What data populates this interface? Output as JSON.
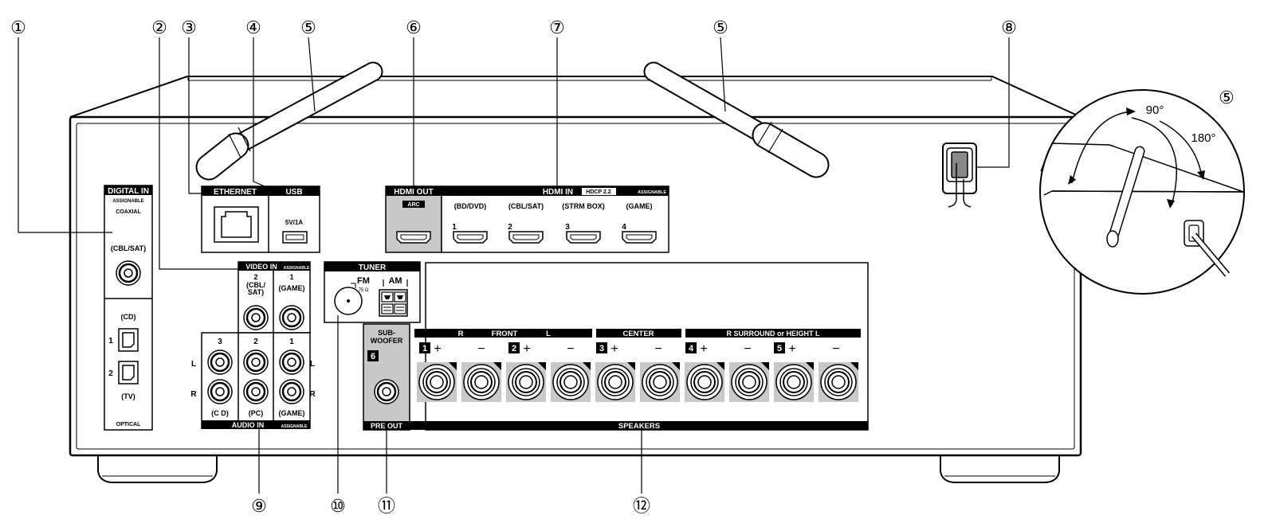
{
  "callouts": [
    "①",
    "②",
    "③",
    "④",
    "⑤",
    "⑥",
    "⑦",
    "⑧",
    "⑨",
    "⑩",
    "⑪",
    "⑫"
  ],
  "rotation": {
    "deg90": "90°",
    "deg180": "180°"
  },
  "digital_in": {
    "title": "DIGITAL IN",
    "assignable": "ASSIGNABLE",
    "coaxial": "COAXIAL",
    "cbl_sat": "(CBL/SAT)",
    "cd": "(CD)",
    "tv": "(TV)",
    "n1": "1",
    "n2": "2",
    "optical": "OPTICAL"
  },
  "ethernet": {
    "title": "ETHERNET"
  },
  "usb": {
    "title": "USB",
    "rating": "5V/1A"
  },
  "hdmi_out": {
    "title": "HDMI OUT",
    "arc": "ARC"
  },
  "hdmi_in": {
    "title": "HDMI IN",
    "hdcp": "HDCP 2.2",
    "assignable": "ASSIGNABLE",
    "ports": [
      {
        "num": "1",
        "label": "(BD/DVD)"
      },
      {
        "num": "2",
        "label": "(CBL/SAT)"
      },
      {
        "num": "3",
        "label": "(STRM BOX)"
      },
      {
        "num": "4",
        "label": "(GAME)"
      }
    ]
  },
  "video_in": {
    "title": "VIDEO IN",
    "assignable": "ASSIGNABLE",
    "p2_num": "2",
    "p2_l1": "(CBL/",
    "p2_l2": "SAT)",
    "p1_num": "1",
    "p1_label": "(GAME)"
  },
  "audio_in": {
    "title": "AUDIO IN",
    "assignable": "ASSIGNABLE",
    "cols": [
      "3",
      "2",
      "1"
    ],
    "labels": [
      "(C D)",
      "(PC)",
      "(GAME)"
    ],
    "L": "L",
    "R": "R"
  },
  "tuner": {
    "title": "TUNER",
    "fm": "FM",
    "fm_ohm": "75 Ω",
    "am": "AM"
  },
  "subwoofer": {
    "line1": "SUB-",
    "line2": "WOOFER",
    "num": "6",
    "pre_out": "PRE OUT"
  },
  "speakers": {
    "title": "SPEAKERS",
    "front_r": "R",
    "front": "FRONT",
    "front_l": "L",
    "center": "CENTER",
    "surround": "R SURROUND or HEIGHT L",
    "ch_nums": [
      "1",
      "2",
      "3",
      "4",
      "5"
    ],
    "plus": "+",
    "minus": "−"
  }
}
